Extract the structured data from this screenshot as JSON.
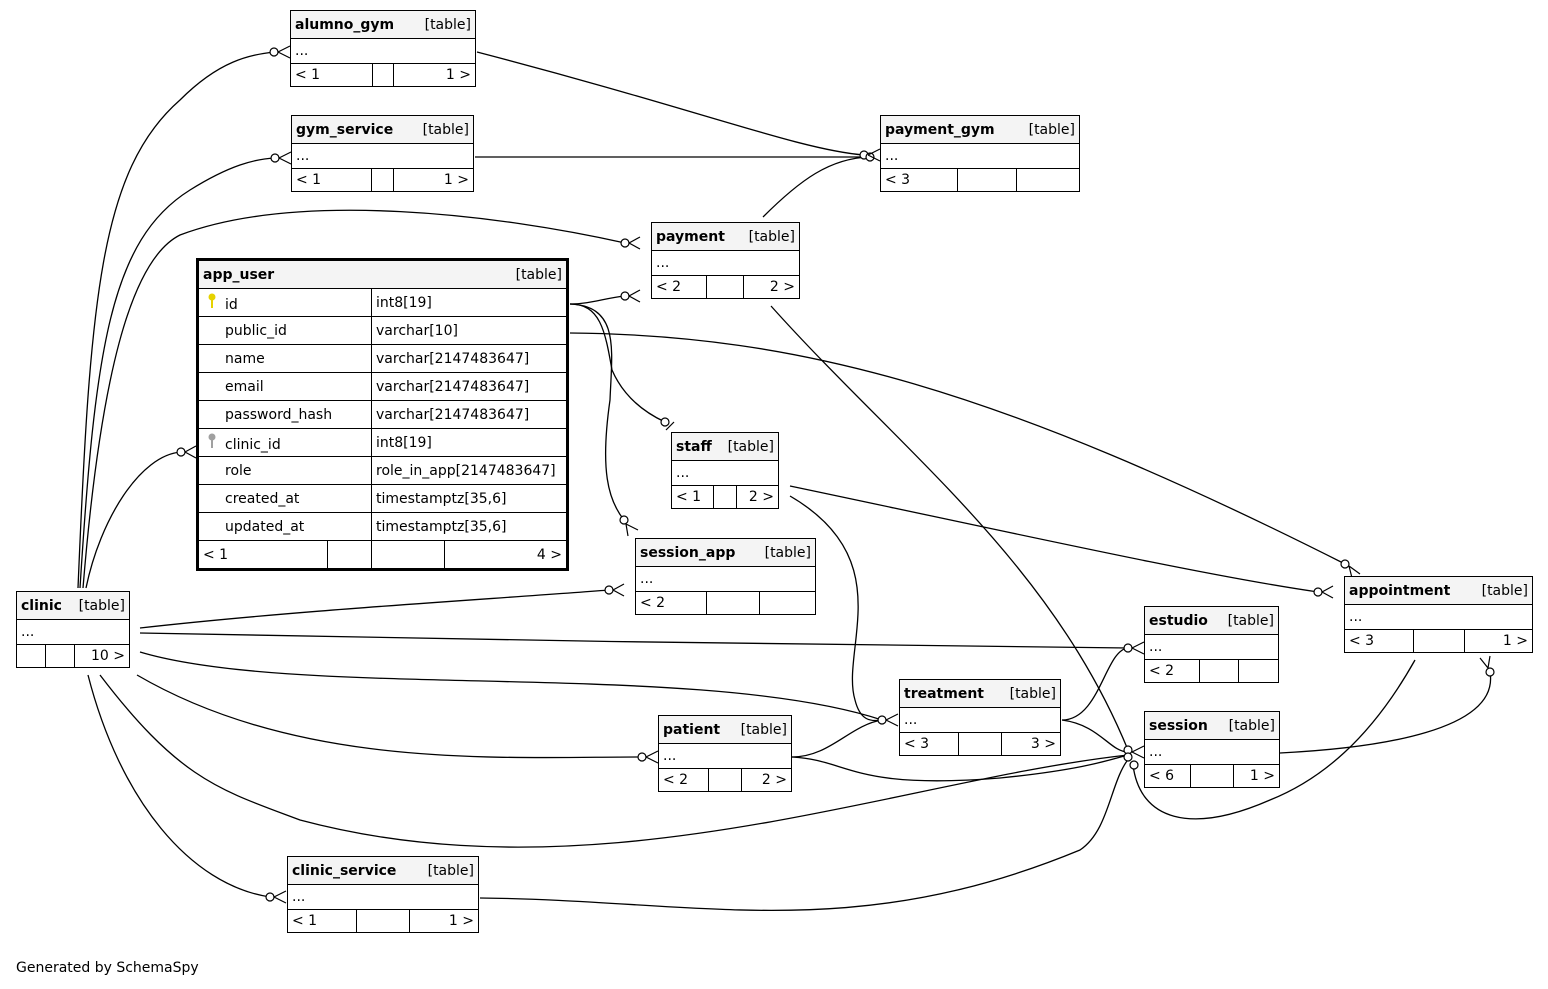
{
  "tables": {
    "alumno_gym": {
      "name": "alumno_gym",
      "type": "[table]",
      "body": "...",
      "foot": [
        "< 1",
        "",
        "1 >"
      ]
    },
    "gym_service": {
      "name": "gym_service",
      "type": "[table]",
      "body": "...",
      "foot": [
        "< 1",
        "",
        "1 >"
      ]
    },
    "payment_gym": {
      "name": "payment_gym",
      "type": "[table]",
      "body": "...",
      "foot": [
        "< 3",
        "",
        ""
      ]
    },
    "payment": {
      "name": "payment",
      "type": "[table]",
      "body": "...",
      "foot": [
        "< 2",
        "",
        "2 >"
      ]
    },
    "staff": {
      "name": "staff",
      "type": "[table]",
      "body": "...",
      "foot": [
        "< 1",
        "",
        "2 >"
      ]
    },
    "session_app": {
      "name": "session_app",
      "type": "[table]",
      "body": "...",
      "foot": [
        "< 2",
        "",
        ""
      ]
    },
    "clinic": {
      "name": "clinic",
      "type": "[table]",
      "body": "...",
      "foot": [
        "",
        "",
        "10 >"
      ]
    },
    "estudio": {
      "name": "estudio",
      "type": "[table]",
      "body": "...",
      "foot": [
        "< 2",
        "",
        ""
      ]
    },
    "appointment": {
      "name": "appointment",
      "type": "[table]",
      "body": "...",
      "foot": [
        "< 3",
        "",
        "1 >"
      ]
    },
    "treatment": {
      "name": "treatment",
      "type": "[table]",
      "body": "...",
      "foot": [
        "< 3",
        "",
        "3 >"
      ]
    },
    "patient": {
      "name": "patient",
      "type": "[table]",
      "body": "...",
      "foot": [
        "< 2",
        "",
        "2 >"
      ]
    },
    "session": {
      "name": "session",
      "type": "[table]",
      "body": "...",
      "foot": [
        "< 6",
        "",
        "1 >"
      ]
    },
    "clinic_service": {
      "name": "clinic_service",
      "type": "[table]",
      "body": "...",
      "foot": [
        "< 1",
        "",
        "1 >"
      ]
    }
  },
  "app_user": {
    "name": "app_user",
    "type": "[table]",
    "columns": [
      {
        "name": "id",
        "type": "int8[19]",
        "key": "primary-key-icon"
      },
      {
        "name": "public_id",
        "type": "varchar[10]",
        "key": ""
      },
      {
        "name": "name",
        "type": "varchar[2147483647]",
        "key": ""
      },
      {
        "name": "email",
        "type": "varchar[2147483647]",
        "key": ""
      },
      {
        "name": "password_hash",
        "type": "varchar[2147483647]",
        "key": ""
      },
      {
        "name": "clinic_id",
        "type": "int8[19]",
        "key": "foreign-key-icon"
      },
      {
        "name": "role",
        "type": "role_in_app[2147483647]",
        "key": ""
      },
      {
        "name": "created_at",
        "type": "timestamptz[35,6]",
        "key": ""
      },
      {
        "name": "updated_at",
        "type": "timestamptz[35,6]",
        "key": ""
      }
    ],
    "foot": [
      "< 1",
      "",
      "4 >"
    ]
  },
  "colors": {
    "primary_key": "#e6d200",
    "foreign_key": "#a0a0a0",
    "header_bg": "#f4f4f4"
  },
  "footer": "Generated by SchemaSpy"
}
